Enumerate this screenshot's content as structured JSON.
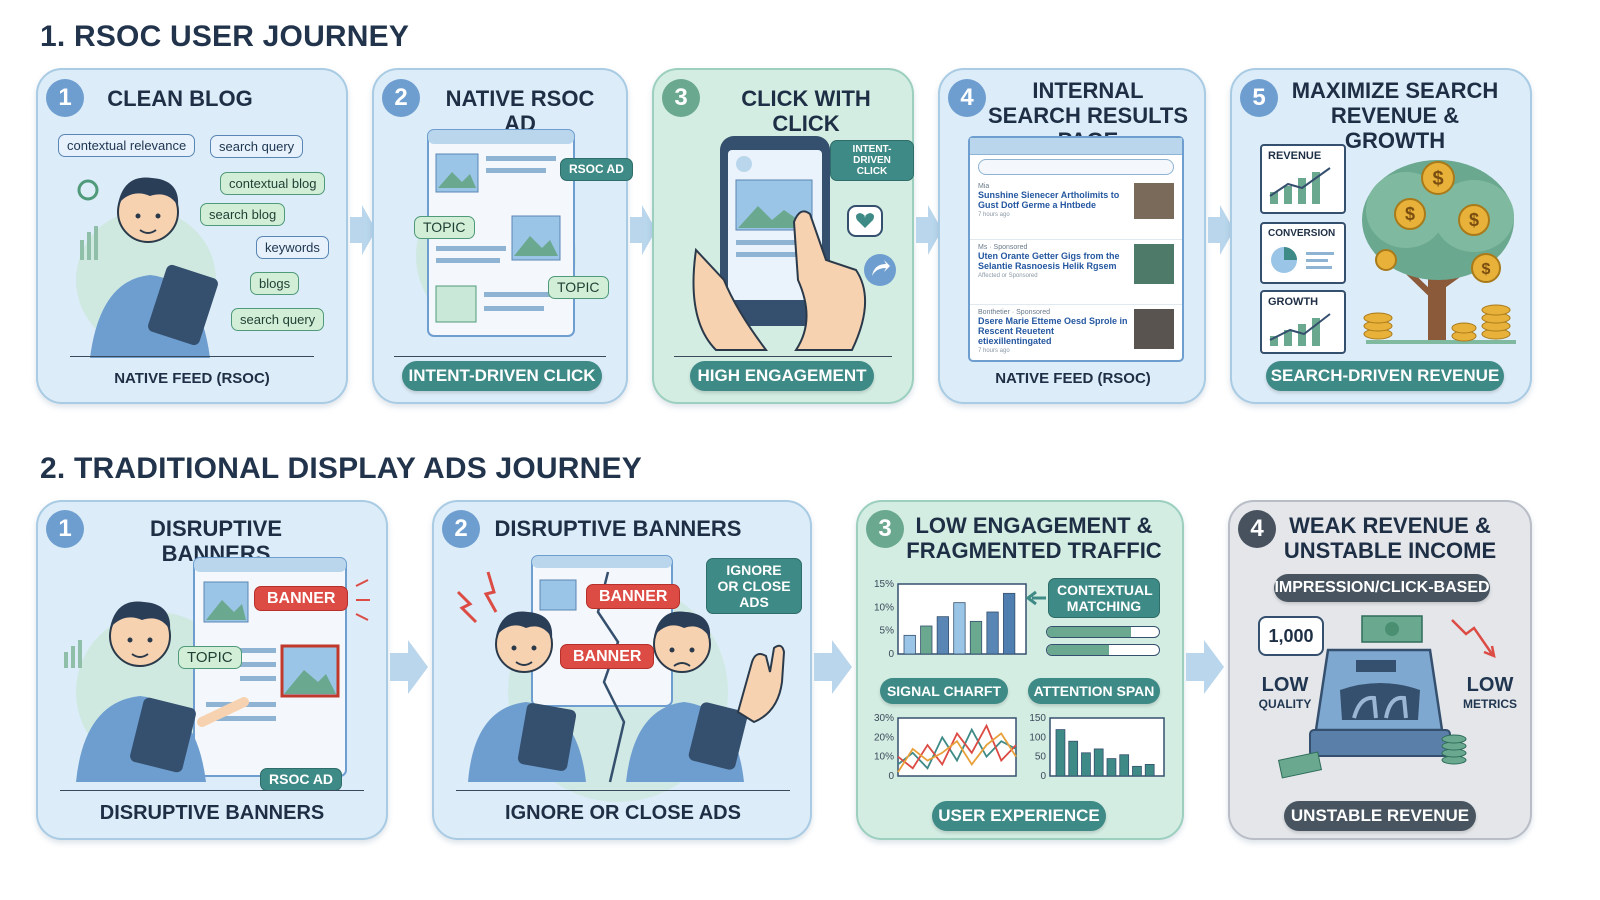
{
  "section1": {
    "title": "1. RSOC USER JOURNEY",
    "cards": [
      {
        "num": "1",
        "title": "CLEAN BLOG",
        "footer": "NATIVE FEED (RSOC)",
        "tags": [
          "contextual relevance",
          "search query",
          "contextual blog",
          "search blog",
          "keywords",
          "blogs",
          "search query"
        ]
      },
      {
        "num": "2",
        "title": "NATIVE RSOC AD",
        "footer": "INTENT-DRIVEN CLICK",
        "tags": [
          "RSOC AD",
          "TOPIC",
          "TOPIC"
        ]
      },
      {
        "num": "3",
        "title": "CLICK WITH CLICK",
        "footer": "HIGH ENGAGEMENT",
        "tags": [
          "INTENT-DRIVEN CLICK"
        ]
      },
      {
        "num": "4",
        "title": "INTERNAL SEARCH RESULTS PAGE",
        "footer": "NATIVE FEED (RSOC)",
        "results": [
          {
            "source": "Mia",
            "title": "Sunshine Sienecer Artholimits to Gust Dotf Germe a Hntbede",
            "time": "7 hours ago"
          },
          {
            "source": "Ms · Sponsored",
            "title": "Uten Orante Getter Gigs from the Selantie Rasnoesis Helik Rgsem",
            "time": "Affected or Sponsored"
          },
          {
            "source": "Bonthetier · Sponsored",
            "title": "Dsere Marie Etteme Oesd Sprole in Rescent Reuetent etiexillentingated",
            "time": "7 hours ago"
          }
        ]
      },
      {
        "num": "5",
        "title": "MAXIMIZE SEARCH REVENUE & GROWTH",
        "footer": "SEARCH-DRIVEN REVENUE",
        "metrics": [
          "REVENUE",
          "CONVERSION",
          "GROWTH"
        ],
        "coin_symbol": "$"
      }
    ]
  },
  "section2": {
    "title": "2. TRADITIONAL DISPLAY ADS JOURNEY",
    "cards": [
      {
        "num": "1",
        "title": "DISRUPTIVE BANNERS",
        "footer": "DISRUPTIVE BANNERS",
        "tags": [
          "BANNER",
          "TOPIC",
          "RSOC AD"
        ]
      },
      {
        "num": "2",
        "title": "DISRUPTIVE BANNERS",
        "footer": "IGNORE OR CLOSE ADS",
        "tags": [
          "BANNER",
          "BANNER",
          "IGNORE OR CLOSE ADS"
        ]
      },
      {
        "num": "3",
        "title": "LOW ENGAGEMENT & FRAGMENTED TRAFFIC",
        "footer": "USER EXPERIENCE",
        "tags": [
          "CONTEXTUAL MATCHING",
          "SIGNAL CHARFT",
          "ATTENTION SPAN"
        ]
      },
      {
        "num": "4",
        "title": "WEAK REVENUE & UNSTABLE INCOME",
        "footer": "UNSTABLE REVENUE",
        "subtitle": "IMPRESSION/CLICK-BASED",
        "bubble": "1,000",
        "left_label": {
          "big": "LOW",
          "small": "QUALITY"
        },
        "right_label": {
          "big": "LOW",
          "small": "METRICS"
        }
      }
    ]
  },
  "chart_data": [
    {
      "type": "bar",
      "title": "",
      "xlabel": "",
      "ylabel": "",
      "ylim": [
        0,
        15
      ],
      "ytick_labels": [
        "15%",
        "10%",
        "5%",
        "0"
      ],
      "categories": [
        "1",
        "2",
        "3",
        "4",
        "5",
        "6",
        "7"
      ],
      "values": [
        4,
        6,
        8,
        11,
        7,
        9,
        13
      ]
    },
    {
      "type": "line",
      "title": "",
      "xlabel": "",
      "ylabel": "",
      "ylim": [
        0,
        30
      ],
      "ytick_labels": [
        "30%",
        "20%",
        "10%",
        "0"
      ],
      "x": [
        0,
        1,
        2,
        3,
        4,
        5,
        6,
        7,
        8
      ],
      "series": [
        {
          "values": [
            6,
            12,
            4,
            20,
            8,
            24,
            10,
            18,
            14
          ]
        },
        {
          "values": [
            10,
            4,
            16,
            6,
            22,
            12,
            26,
            8,
            16
          ]
        },
        {
          "values": [
            2,
            14,
            8,
            12,
            18,
            6,
            16,
            22,
            10
          ]
        }
      ]
    },
    {
      "type": "bar",
      "title": "",
      "xlabel": "",
      "ylabel": "",
      "ylim": [
        0,
        150
      ],
      "ytick_labels": [
        "150",
        "100",
        "50",
        "0"
      ],
      "categories": [
        "1",
        "2",
        "3",
        "4",
        "5",
        "6",
        "7",
        "8"
      ],
      "values": [
        120,
        90,
        60,
        70,
        45,
        55,
        25,
        30
      ]
    }
  ],
  "colors": {
    "accent_teal": "#3e8a86",
    "badge_blue": "#6e9ed0",
    "banner_red": "#dc4b44",
    "card_blue": "#dcecf8",
    "card_green": "#d3ede3",
    "card_gray": "#e4e6ea"
  }
}
